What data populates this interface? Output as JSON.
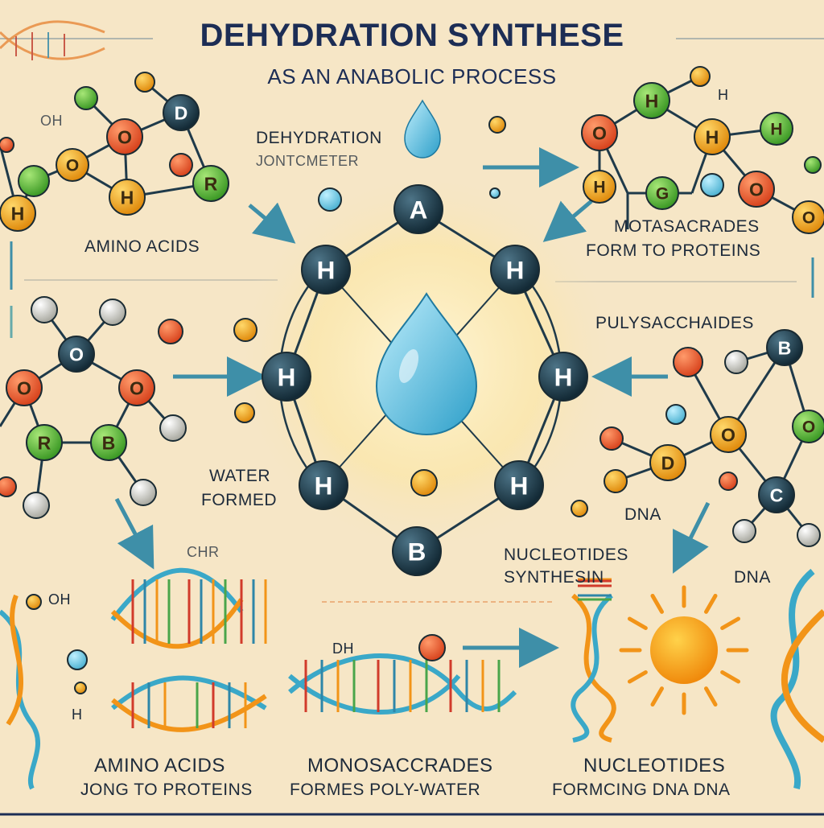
{
  "title": "DEHYDRATION SYNTHESE",
  "subtitle": "AS AN ANABOLIC PROCESS",
  "labels": {
    "dehydration": "DEHYDRATION",
    "jontcmeter": "JONTCMETER",
    "amino_acids": "AMINO ACIDS",
    "motasacrades": "MOTASACRADES",
    "form_proteins": "FORM TO PROTEINS",
    "pulysacchaides": "PULYSACCHAIDES",
    "water": "WATER",
    "formed": "FORMED",
    "dna_right": "DNA",
    "dna_far": "DNA",
    "nucleotides": "NUCLEOTIDES",
    "synthesin": "SYNTHESIN",
    "oh_left": "OH",
    "oh_top": "OH",
    "dh_mid": "DH",
    "chr": "CHR",
    "h_top_right": "H",
    "h_left_small": "H"
  },
  "captions": {
    "col1_line1": "AMINO ACIDS",
    "col1_line2": "JONG TO PROTEINS",
    "col2_line1": "MONOSACCRADES",
    "col2_line2": "FORMES POLY-WATER",
    "col3_line1": "NUCLEOTIDES",
    "col3_line2": "FORMCING DNA DNA"
  },
  "central": {
    "top_atom": "A",
    "bottom_atom": "B",
    "side_atom": "H"
  },
  "atom_letters": {
    "top_left": [
      "O",
      "D",
      "O",
      "R",
      "H",
      "H"
    ],
    "mid_left": [
      "O",
      "O",
      "O",
      "R",
      "B"
    ],
    "top_right": [
      "H",
      "H",
      "O",
      "H",
      "O",
      "H",
      "G",
      "O"
    ],
    "mid_right": [
      "B",
      "O",
      "D",
      "O",
      "C"
    ]
  },
  "colors": {
    "background": "#f6e6c6",
    "title": "#1c2d55",
    "bond_dark": "#1f3a4a",
    "water_drop": "#5cc0e0",
    "arrow": "#3e8fa8",
    "orange_atom": "#e85e2c",
    "green_atom": "#5cbf3c",
    "yellow_atom": "#f2a51c",
    "dark_atom": "#20404f",
    "sun": "#f7a51c"
  }
}
